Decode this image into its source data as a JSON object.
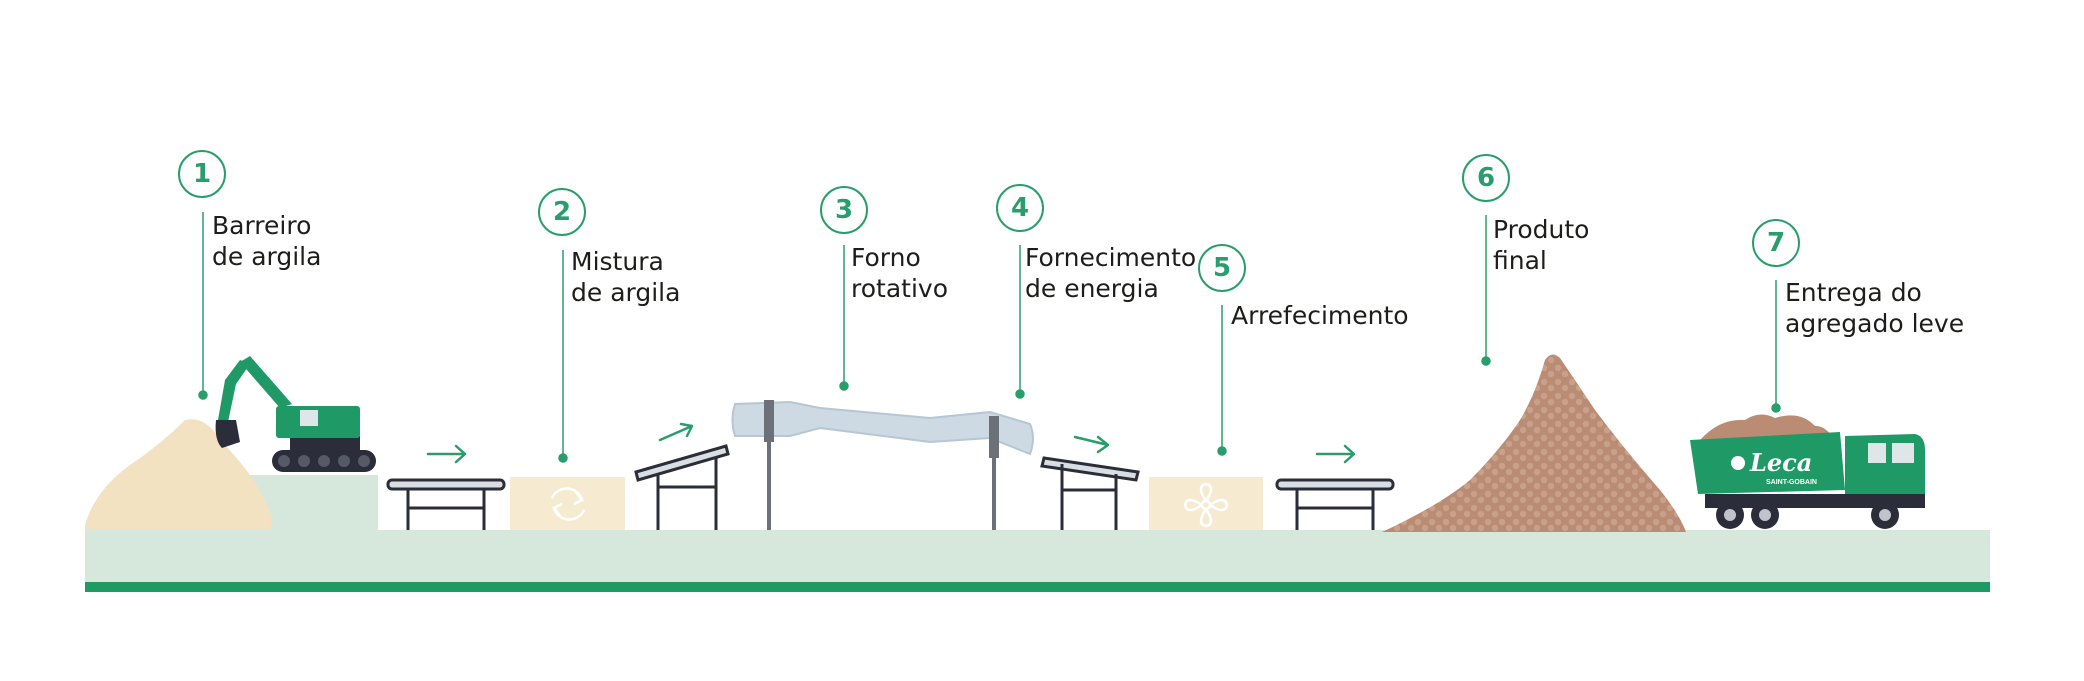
{
  "colors": {
    "accent_green": "#2a9d6c",
    "ground": "#d6e8dc",
    "ground_stripe": "#1e9b63",
    "clay": "#f2e2c2",
    "product": "#b98c73",
    "kiln": "#cdd9e3",
    "machine_dark": "#2b2e3a",
    "text": "#1d1d1b"
  },
  "steps": [
    {
      "number": "1",
      "line1": "Barreiro",
      "line2": "de argila",
      "icon": "excavator-icon"
    },
    {
      "number": "2",
      "line1": "Mistura",
      "line2": "de argila",
      "icon": "rotate-arrows-icon"
    },
    {
      "number": "3",
      "line1": "Forno",
      "line2": "rotativo",
      "icon": "rotary-kiln-icon"
    },
    {
      "number": "4",
      "line1": "Fornecimento",
      "line2": "de energia",
      "icon": "energy-icon"
    },
    {
      "number": "5",
      "line1": "Arrefecimento",
      "line2": "",
      "icon": "fan-icon"
    },
    {
      "number": "6",
      "line1": "Produto",
      "line2": "final",
      "icon": "aggregate-pile-icon"
    },
    {
      "number": "7",
      "line1": "Entrega do",
      "line2": "agregado leve",
      "icon": "dump-truck-icon"
    }
  ],
  "truck": {
    "brand": "Leca",
    "sub_brand": "SAINT-GOBAIN"
  }
}
